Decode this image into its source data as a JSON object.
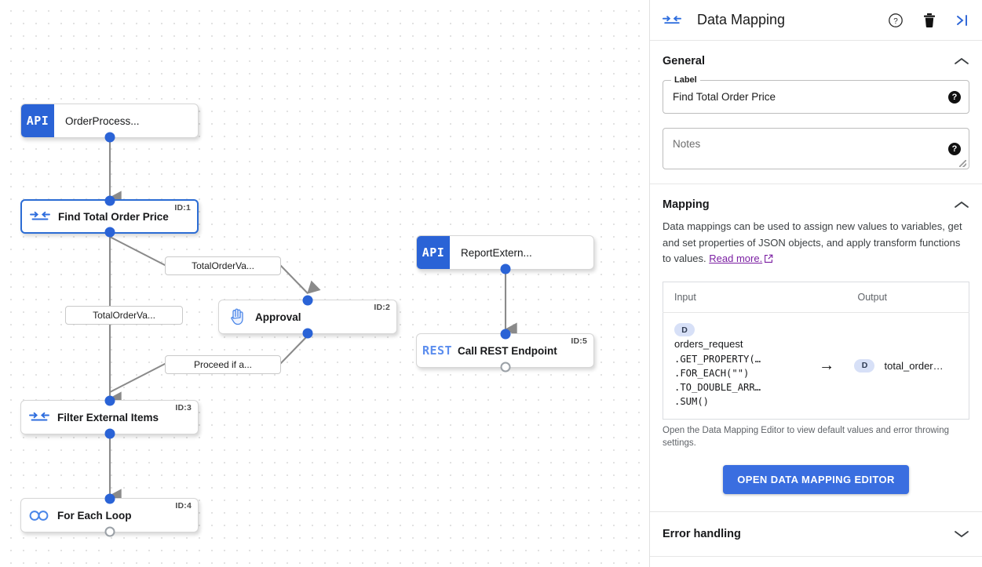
{
  "panel": {
    "icon": "data-mapping-icon",
    "title": "Data Mapping",
    "actions": {
      "help": "help-circle-icon",
      "delete": "trash-icon",
      "collapse": "collapse-panel-icon"
    },
    "general": {
      "heading": "General",
      "label_legend": "Label",
      "label_value": "Find Total Order Price",
      "notes_placeholder": "Notes",
      "notes_value": ""
    },
    "mapping": {
      "heading": "Mapping",
      "description_before": "Data mappings can be used to assign new values to variables, get and set properties of JSON objects, and apply transform functions to values. ",
      "link_text": "Read more.",
      "columns": [
        "Input",
        "Output"
      ],
      "row": {
        "input_badge": "D",
        "input_name": "orders_request",
        "input_chain": [
          ".GET_PROPERTY(…",
          ".FOR_EACH(\"\")",
          ".TO_DOUBLE_ARR…",
          ".SUM()"
        ],
        "arrow": "→",
        "output_badge": "D",
        "output_name": "total_order…"
      },
      "caption": "Open the Data Mapping Editor to view default values and error throwing settings.",
      "button_label": "OPEN DATA MAPPING EDITOR"
    },
    "error_handling": {
      "heading": "Error handling"
    }
  },
  "canvas": {
    "nodes": [
      {
        "id": "n0",
        "badge": "API",
        "kind": "api",
        "label": "OrderProcess...",
        "idtag": ""
      },
      {
        "id": "n1",
        "badge": "",
        "kind": "mapping",
        "label": "Find Total Order Price",
        "idtag": "ID:1"
      },
      {
        "id": "n2",
        "badge": "",
        "kind": "approval",
        "label": "Approval",
        "idtag": "ID:2"
      },
      {
        "id": "n3",
        "badge": "",
        "kind": "mapping",
        "label": "Filter External Items",
        "idtag": "ID:3"
      },
      {
        "id": "n4",
        "badge": "",
        "kind": "loop",
        "label": "For Each Loop",
        "idtag": "ID:4"
      },
      {
        "id": "n5",
        "badge": "API",
        "kind": "api",
        "label": "ReportExtern...",
        "idtag": ""
      },
      {
        "id": "n6",
        "badge": "REST",
        "kind": "rest",
        "label": "Call REST Endpoint",
        "idtag": "ID:5"
      }
    ],
    "edge_labels": [
      {
        "id": "e0",
        "text": "TotalOrderVa..."
      },
      {
        "id": "e1",
        "text": "TotalOrderVa..."
      },
      {
        "id": "e2",
        "text": "Proceed if a..."
      }
    ]
  },
  "colors": {
    "accent": "#2a63d6",
    "button": "#3a6ee0",
    "link": "#7b1fa2",
    "chip": "#d7e0f7",
    "edge": "#8a8a8a"
  }
}
